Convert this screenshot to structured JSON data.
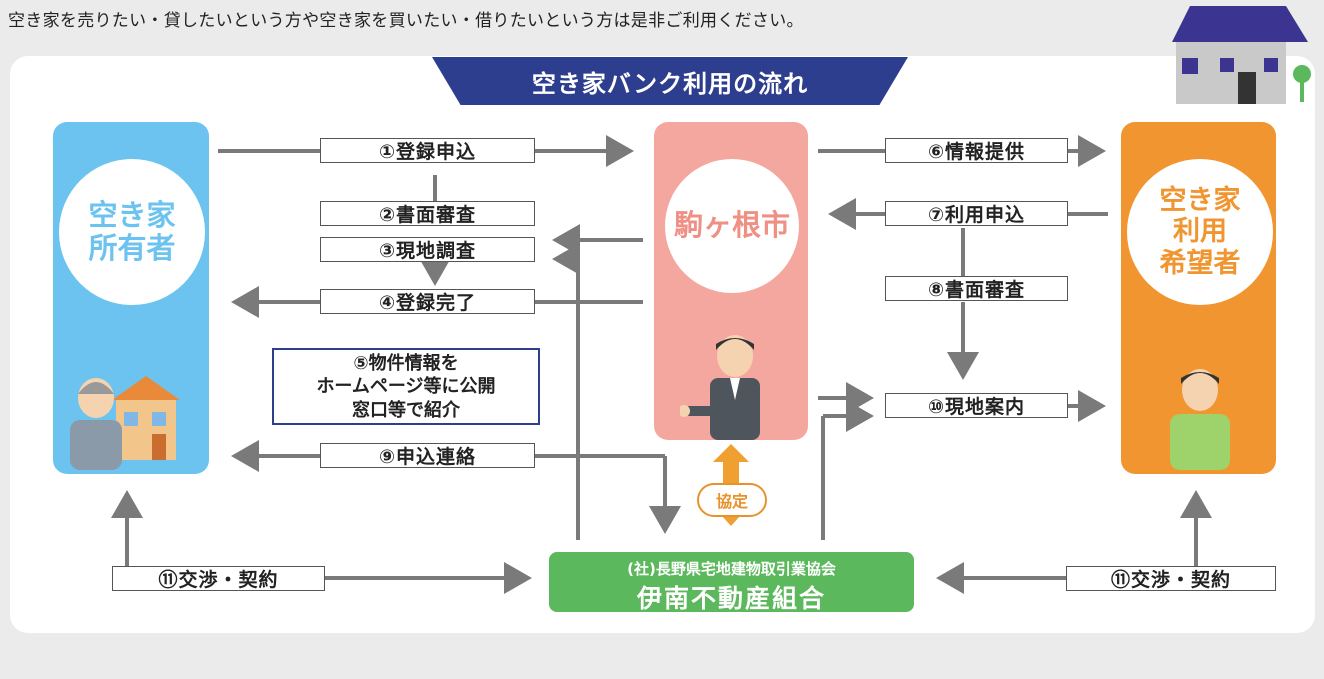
{
  "intro": "空き家を売りたい・貸したいという方や空き家を買いたい・借りたいという方は是非ご利用ください。",
  "title": "空き家バンク利用の流れ",
  "actors": {
    "owner": [
      "空き家",
      "所有者"
    ],
    "city": "駒ヶ根市",
    "user": [
      "空き家",
      "利用",
      "希望者"
    ]
  },
  "steps": {
    "s1": "①登録申込",
    "s2": "②書面審査",
    "s3": "③現地調査",
    "s4": "④登録完了",
    "s5": [
      "⑤物件情報を",
      "ホームページ等に公開",
      "窓口等で紹介"
    ],
    "s6": "⑥情報提供",
    "s7": "⑦利用申込",
    "s8": "⑧書面審査",
    "s9": "⑨申込連絡",
    "s10": "⑩現地案内",
    "s11_left": "⑪交渉・契約",
    "s11_right": "⑪交渉・契約"
  },
  "agreement": "協定",
  "association": {
    "line1": "(社)長野県宅地建物取引業協会",
    "line2": "伊南不動産組合"
  },
  "colors": {
    "owner": "#6cc3ef",
    "city": "#f4a79e",
    "user": "#f0952f",
    "association": "#5cb85c",
    "banner": "#2e3e8e",
    "arrow": "#7a7a7a"
  }
}
